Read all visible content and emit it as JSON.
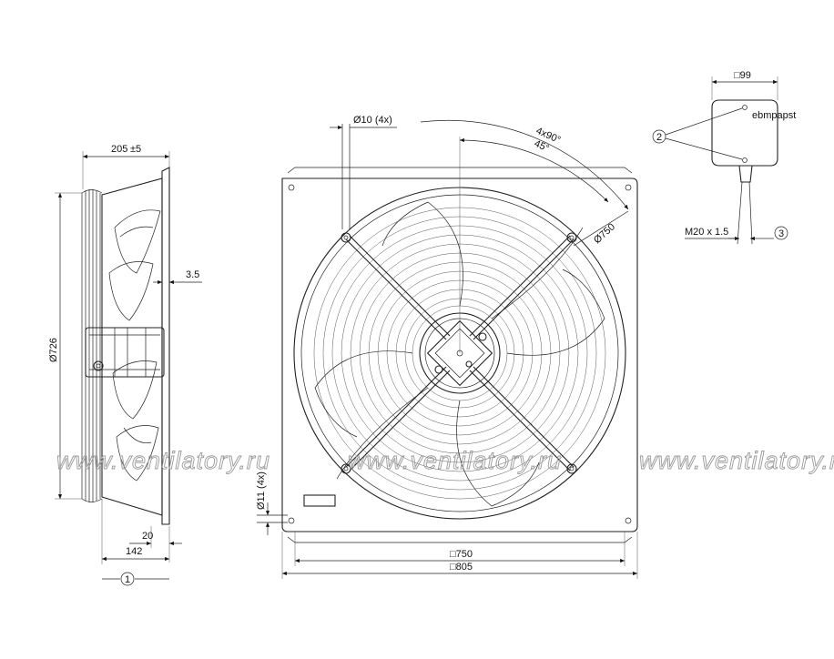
{
  "side_view": {
    "width_label": "205",
    "width_tol": "±5",
    "diameter_label": "Ø726",
    "gap_label": "3.5",
    "rim_label": "20",
    "depth_label": "142",
    "callout": "1"
  },
  "front_view": {
    "holes_label": "Ø10 (4x)",
    "angle_label": "4x90°",
    "angle2_label": "45°",
    "ring_label": "Ø750",
    "slots_label": "Ø11 (4x)",
    "inner_square_label": "□750",
    "outer_square_label": "□805"
  },
  "terminal_box": {
    "width_label": "□99",
    "callout_box": "2",
    "cable_label": "M20 x 1.5",
    "callout_cable": "3",
    "brand_text": "ebmpapst"
  },
  "watermark": "www.ventilatory.ru"
}
